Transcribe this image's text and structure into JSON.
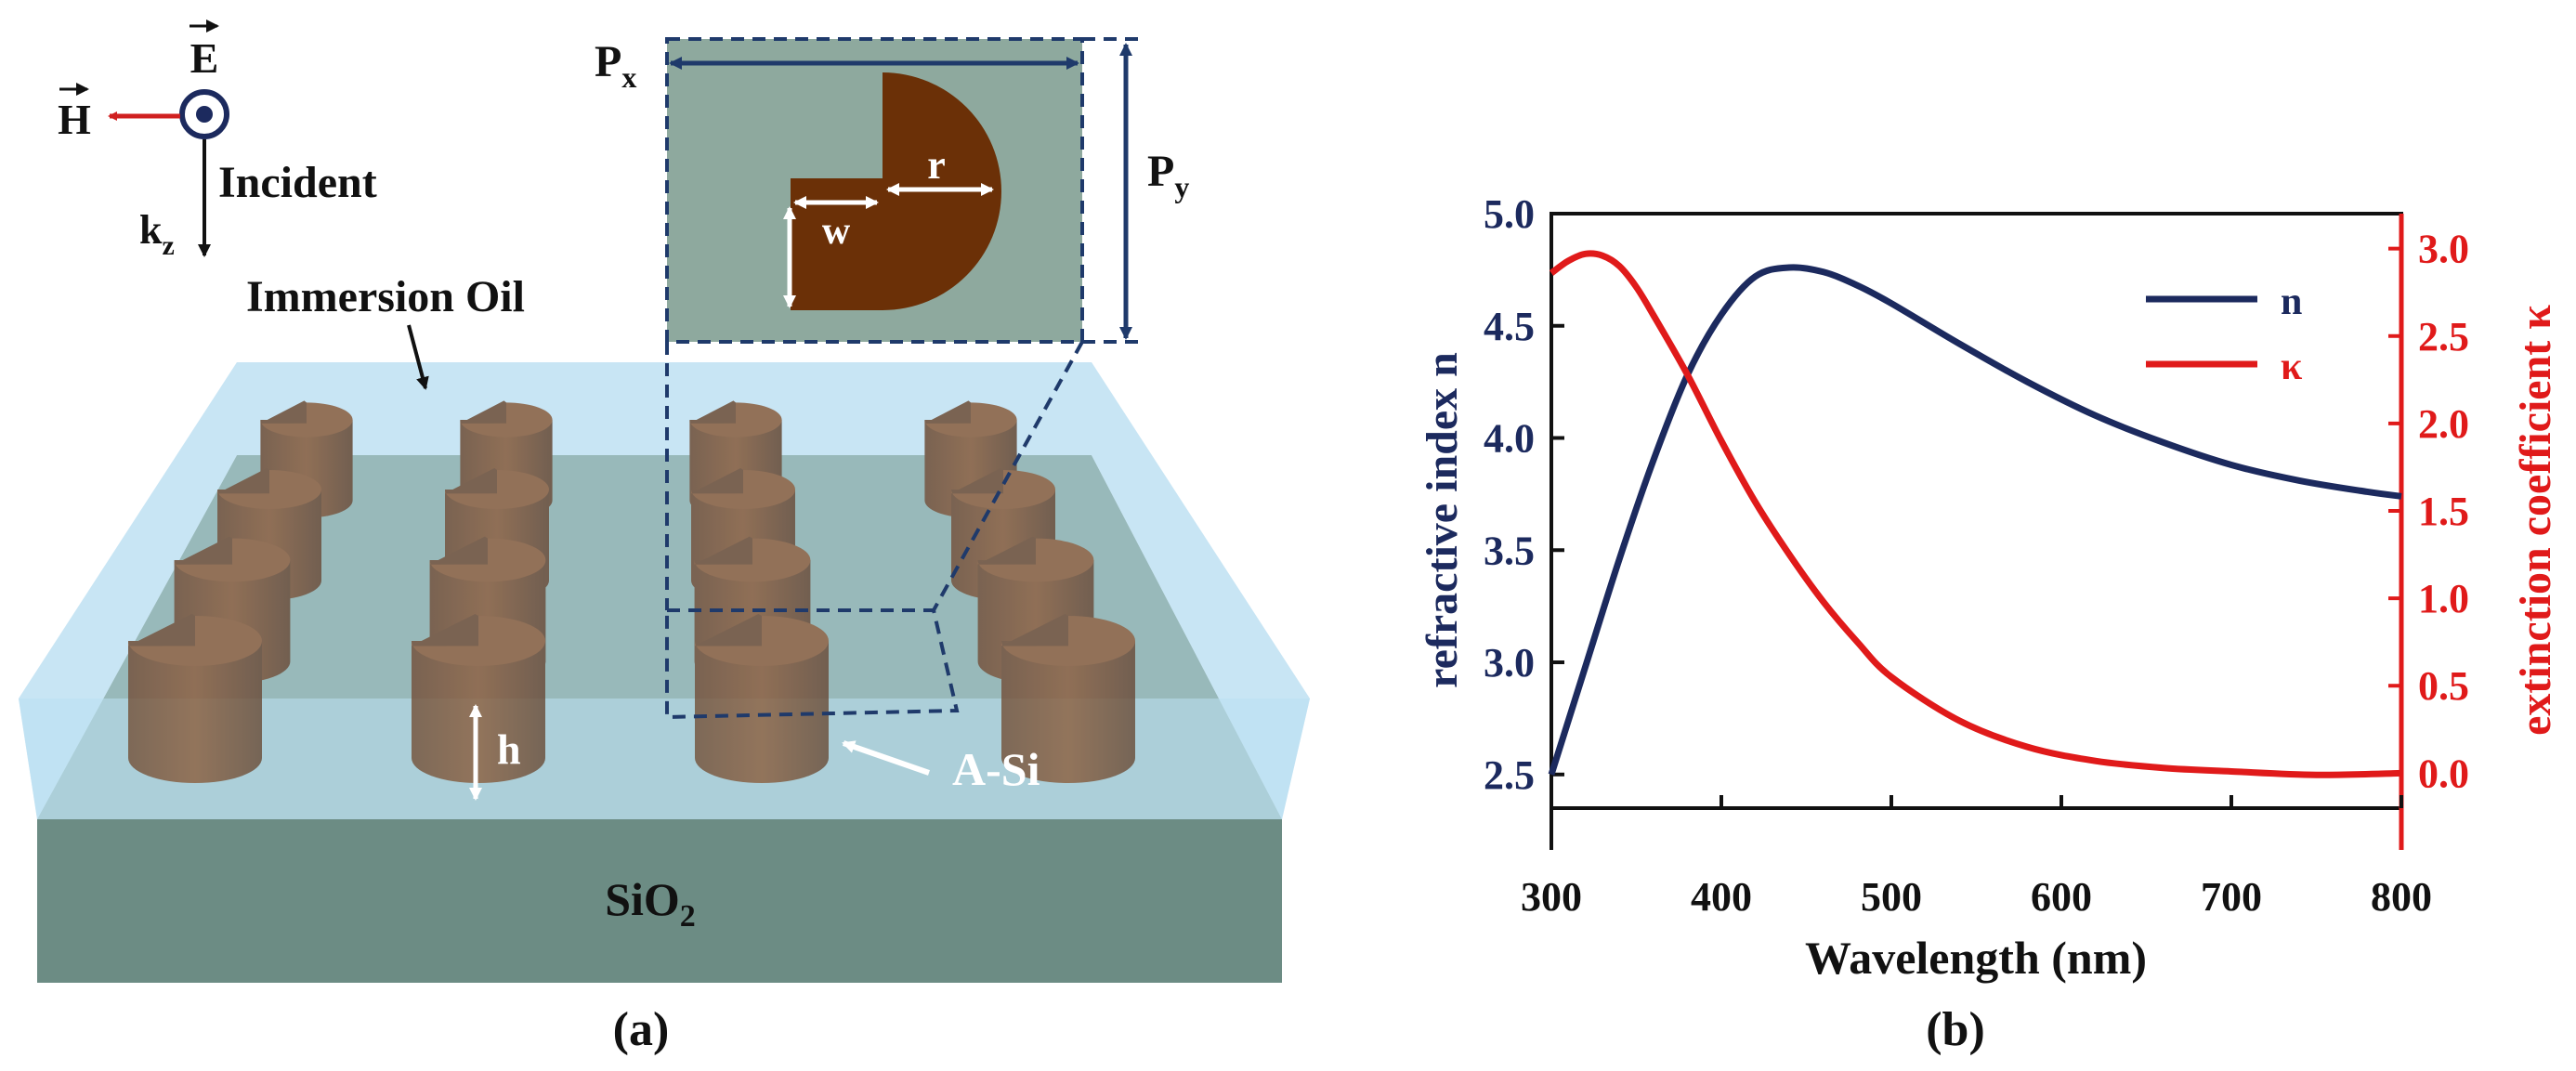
{
  "panel_a": {
    "caption": "(a)",
    "axes": {
      "e_field": "E",
      "h_field": "H",
      "k_label": "k",
      "k_sub": "z",
      "incident": "Incident"
    },
    "immersion_oil": "Immersion Oil",
    "substrate_base": "SiO",
    "substrate_sub": "2",
    "material": "A-Si",
    "height_label": "h",
    "inset": {
      "px_base": "P",
      "px_sub": "x",
      "py_base": "P",
      "py_sub": "y",
      "r_label": "r",
      "w_label": "w"
    },
    "colors": {
      "pillar": "#6b3007",
      "substrate": "#6f8f86",
      "oil": "#bfe1f2",
      "dashed": "#1f3a6b"
    }
  },
  "panel_b": {
    "caption": "(b)",
    "colors": {
      "n": "#1c2a5e",
      "kappa": "#e01a1a"
    }
  },
  "chart_data": {
    "type": "line",
    "xlabel": "Wavelength (nm)",
    "ylabel": "refractive index n",
    "y2label": "extinction coefficient κ",
    "xlim": [
      300,
      800
    ],
    "ylim": [
      2.35,
      5.0
    ],
    "y2lim": [
      -0.2,
      3.2
    ],
    "xticks": [
      "300",
      "400",
      "500",
      "600",
      "700",
      "800"
    ],
    "yticks": [
      "2.5",
      "3.0",
      "3.5",
      "4.0",
      "4.5",
      "5.0"
    ],
    "y2ticks": [
      "0.0",
      "0.5",
      "1.0",
      "1.5",
      "2.0",
      "2.5",
      "3.0"
    ],
    "legend_position": "top-right",
    "series": [
      {
        "name": "n",
        "axis": "left",
        "x": [
          300,
          320,
          340,
          360,
          380,
          400,
          420,
          440,
          460,
          480,
          500,
          540,
          580,
          620,
          660,
          700,
          740,
          780,
          800
        ],
        "values": [
          2.5,
          2.98,
          3.46,
          3.9,
          4.28,
          4.55,
          4.72,
          4.76,
          4.74,
          4.68,
          4.6,
          4.42,
          4.25,
          4.1,
          3.98,
          3.88,
          3.81,
          3.76,
          3.74
        ]
      },
      {
        "name": "κ",
        "axis": "right",
        "x": [
          300,
          310,
          320,
          330,
          340,
          350,
          360,
          380,
          400,
          420,
          440,
          460,
          480,
          500,
          540,
          580,
          620,
          660,
          700,
          750,
          800
        ],
        "values": [
          2.86,
          2.93,
          2.97,
          2.96,
          2.9,
          2.78,
          2.62,
          2.28,
          1.9,
          1.55,
          1.25,
          0.98,
          0.75,
          0.55,
          0.3,
          0.15,
          0.07,
          0.03,
          0.01,
          -0.01,
          0.0
        ]
      }
    ]
  }
}
